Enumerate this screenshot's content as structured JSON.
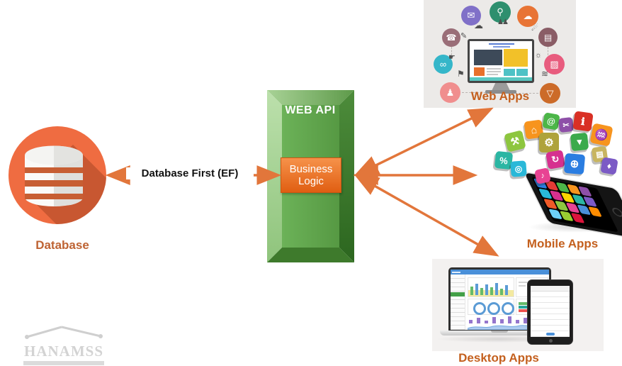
{
  "diagram": {
    "database": {
      "label": "Database"
    },
    "web_api": {
      "title": "WEB API",
      "business_logic": "Business Logic"
    },
    "db_edge_label": "Database First (EF)",
    "web_apps": {
      "label": "Web Apps"
    },
    "mobile_apps": {
      "label": "Mobile Apps"
    },
    "desktop_apps": {
      "label": "Desktop Apps"
    },
    "watermark": "HANAMSS"
  },
  "colors": {
    "arrow": "#E2763B",
    "database_circle": "#EF6C41",
    "database_stripe": "#C75E33",
    "api_box_face": "#61A84E",
    "api_box_light_bevel": "#B7DDA6",
    "api_box_dark_bevel": "#2F6B23",
    "business_logic_box": "#ED6C24",
    "app_label_text": "#C4601E",
    "database_label_text": "#BE6333",
    "edge_label_text": "#121212",
    "watermark_gray": "#D3D3D3",
    "web_apps_panel_bg": "#ECEAE8",
    "desktop_panel_bg": "#F3F1F0"
  },
  "web_apps_illustration": {
    "icons": [
      {
        "name": "mail-icon",
        "color": "#8070C8",
        "glyph": "✉"
      },
      {
        "name": "search-icon",
        "color": "#2E8F6E",
        "glyph": "⚲"
      },
      {
        "name": "chat-cloud-icon",
        "color": "#E87435",
        "glyph": "☁"
      },
      {
        "name": "phone-icon",
        "color": "#9A6E78",
        "glyph": "☎"
      },
      {
        "name": "browser-icon",
        "color": "#8A5D66",
        "glyph": "▤"
      },
      {
        "name": "link-icon",
        "color": "#35B6C9",
        "glyph": "∞"
      },
      {
        "name": "image-icon",
        "color": "#E85C7E",
        "glyph": "▨"
      },
      {
        "name": "user-icon",
        "color": "#F08E8E",
        "glyph": "♟"
      },
      {
        "name": "shield-icon",
        "color": "#CC6B29",
        "glyph": "▽"
      }
    ],
    "marks": [
      {
        "name": "cloud-icon",
        "glyph": "☁"
      },
      {
        "name": "people-icon",
        "glyph": "♟♟"
      },
      {
        "name": "pencil-icon",
        "glyph": "✎"
      },
      {
        "name": "satellite-icon",
        "glyph": "☄"
      },
      {
        "name": "thumbs-up-icon",
        "glyph": "☛"
      },
      {
        "name": "bulb-icon",
        "glyph": "☼"
      },
      {
        "name": "location-pin-icon",
        "glyph": "⚑"
      },
      {
        "name": "wifi-icon",
        "glyph": "≋"
      }
    ]
  },
  "mobile_apps_illustration": {
    "tiles": [
      {
        "name": "tools-app-tile",
        "color": "#8DC63F",
        "glyph": "⚒"
      },
      {
        "name": "percent-app-tile",
        "color": "#2BB6A3",
        "glyph": "%"
      },
      {
        "name": "home-app-tile",
        "color": "#F7941E",
        "glyph": "⌂"
      },
      {
        "name": "mail-app-tile",
        "color": "#4CB648",
        "glyph": "@"
      },
      {
        "name": "edit-app-tile",
        "color": "#8E4FA8",
        "glyph": "✂"
      },
      {
        "name": "info-app-tile",
        "color": "#D93025",
        "glyph": "ℹ"
      },
      {
        "name": "settings-app-tile",
        "color": "#AFA33B",
        "glyph": "⚙"
      },
      {
        "name": "download-app-tile",
        "color": "#3BAA4C",
        "glyph": "▾"
      },
      {
        "name": "wifi-app-tile",
        "color": "#F7941E",
        "glyph": "♒"
      },
      {
        "name": "refresh-app-tile",
        "color": "#D6308F",
        "glyph": "↻"
      },
      {
        "name": "globe-app-tile",
        "color": "#2A7DE1",
        "glyph": "⊕"
      },
      {
        "name": "docs-app-tile",
        "color": "#C8B560",
        "glyph": "▤"
      },
      {
        "name": "lock-app-tile",
        "color": "#7B5AC5",
        "glyph": "♦"
      },
      {
        "name": "music-app-tile",
        "color": "#E84393",
        "glyph": "♪"
      },
      {
        "name": "search-app-tile",
        "color": "#29B8D8",
        "glyph": "◎"
      }
    ],
    "screen_tiles": [
      "#2A7DE1",
      "#E23B35",
      "#4CB648",
      "#F7941E",
      "#8E4FA8",
      "#29B8D8",
      "#D6308F",
      "#FFD400",
      "#2BB6A3",
      "#7B5AC5",
      "#F05A28",
      "#8DC63F",
      "#E84393",
      "#4A90D9",
      "#FF8C00",
      "#6DCFF6",
      "#9ACD32",
      "#DC143C"
    ]
  }
}
